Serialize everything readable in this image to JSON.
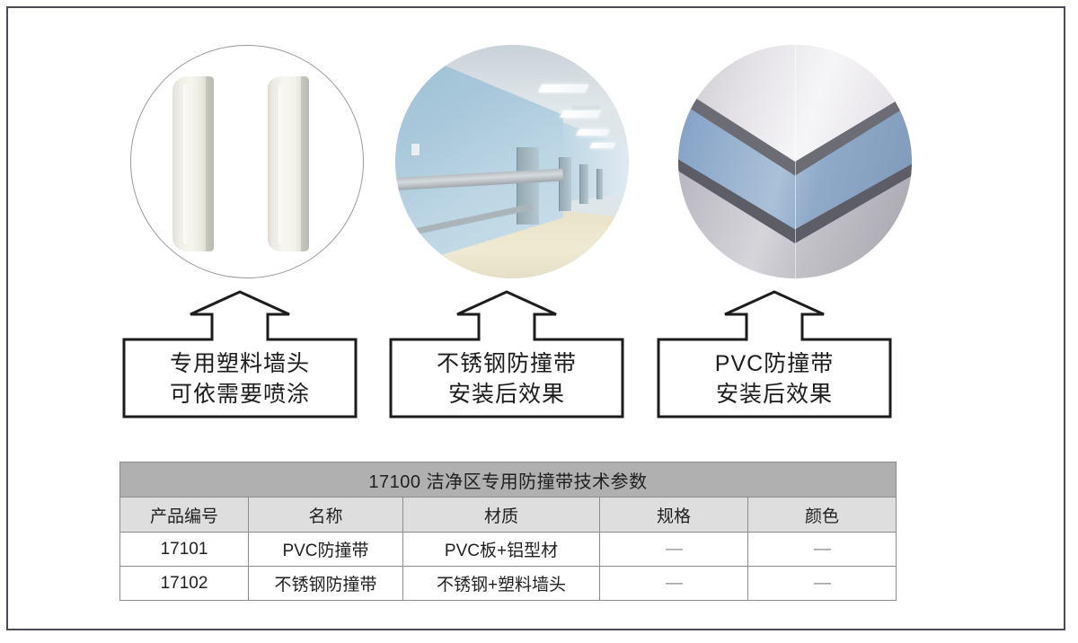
{
  "page": {
    "background_color": "#ffffff",
    "border_color": "#4a4d57"
  },
  "photos": [
    {
      "name": "plastic-wall-end-caps",
      "alt": "专用塑料墙头产品照片",
      "style": "outlined-circle",
      "colors": {
        "product": "#f2f1ea",
        "outline": "#9a9a9a"
      }
    },
    {
      "name": "hospital-corridor-stainless-crash-rail",
      "alt": "不锈钢防撞带安装后的走廊实景",
      "style": "photo-circle",
      "colors": {
        "wall": "#a8c7da",
        "rail": "#c3c9cd",
        "floor": "#e9e3c9",
        "ceiling": "#dfe6ea"
      }
    },
    {
      "name": "pvc-corner-crash-rail",
      "alt": "PVC防撞带安装后的墙角实景",
      "style": "photo-circle",
      "colors": {
        "band": "#93aecd",
        "upper_wall": "#f0eef2",
        "lower_wall": "#c3c2c9",
        "shadow": "#6c6c74"
      }
    }
  ],
  "callouts": [
    {
      "name": "callout-plastic-wall-cap",
      "line1": "专用塑料墙头",
      "line2": "可依需要喷涂"
    },
    {
      "name": "callout-stainless-crash-rail",
      "line1": "不锈钢防撞带",
      "line2": "安装后效果"
    },
    {
      "name": "callout-pvc-crash-rail",
      "line1": "PVC防撞带",
      "line2": "安装后效果"
    }
  ],
  "table": {
    "title": "17100 洁净区专用防撞带技术参数",
    "title_background": "#b0b0b0",
    "header_background": "#dedede",
    "columns": [
      "产品编号",
      "名称",
      "材质",
      "规格",
      "颜色"
    ],
    "rows": [
      {
        "code": "17101",
        "name": "PVC防撞带",
        "material": "PVC板+铝型材",
        "spec": "—",
        "color": "—"
      },
      {
        "code": "17102",
        "name": "不锈钢防撞带",
        "material": "不锈钢+塑料墙头",
        "spec": "—",
        "color": "—"
      }
    ]
  }
}
